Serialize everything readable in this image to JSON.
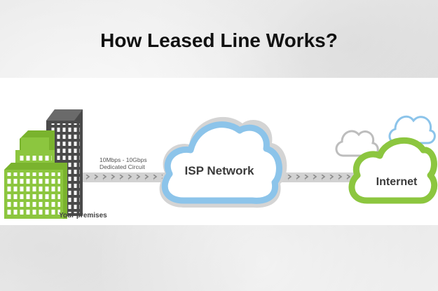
{
  "title": "How Leased Line Works?",
  "premises": {
    "label": "Your premises",
    "icon": "office-buildings-icon"
  },
  "link": {
    "speed_label": "10Mbps - 10Gbps",
    "circuit_label": "Dedicated Circuit"
  },
  "isp_cloud": {
    "label": "ISP Network",
    "icon": "cloud-icon"
  },
  "internet_cloud": {
    "label": "Internet",
    "icon": "cloud-icon"
  },
  "colors": {
    "green": "#8cc63f",
    "blue": "#8cc4ea",
    "grey": "#9a9a9a",
    "dark_building": "#4a4a4a"
  }
}
